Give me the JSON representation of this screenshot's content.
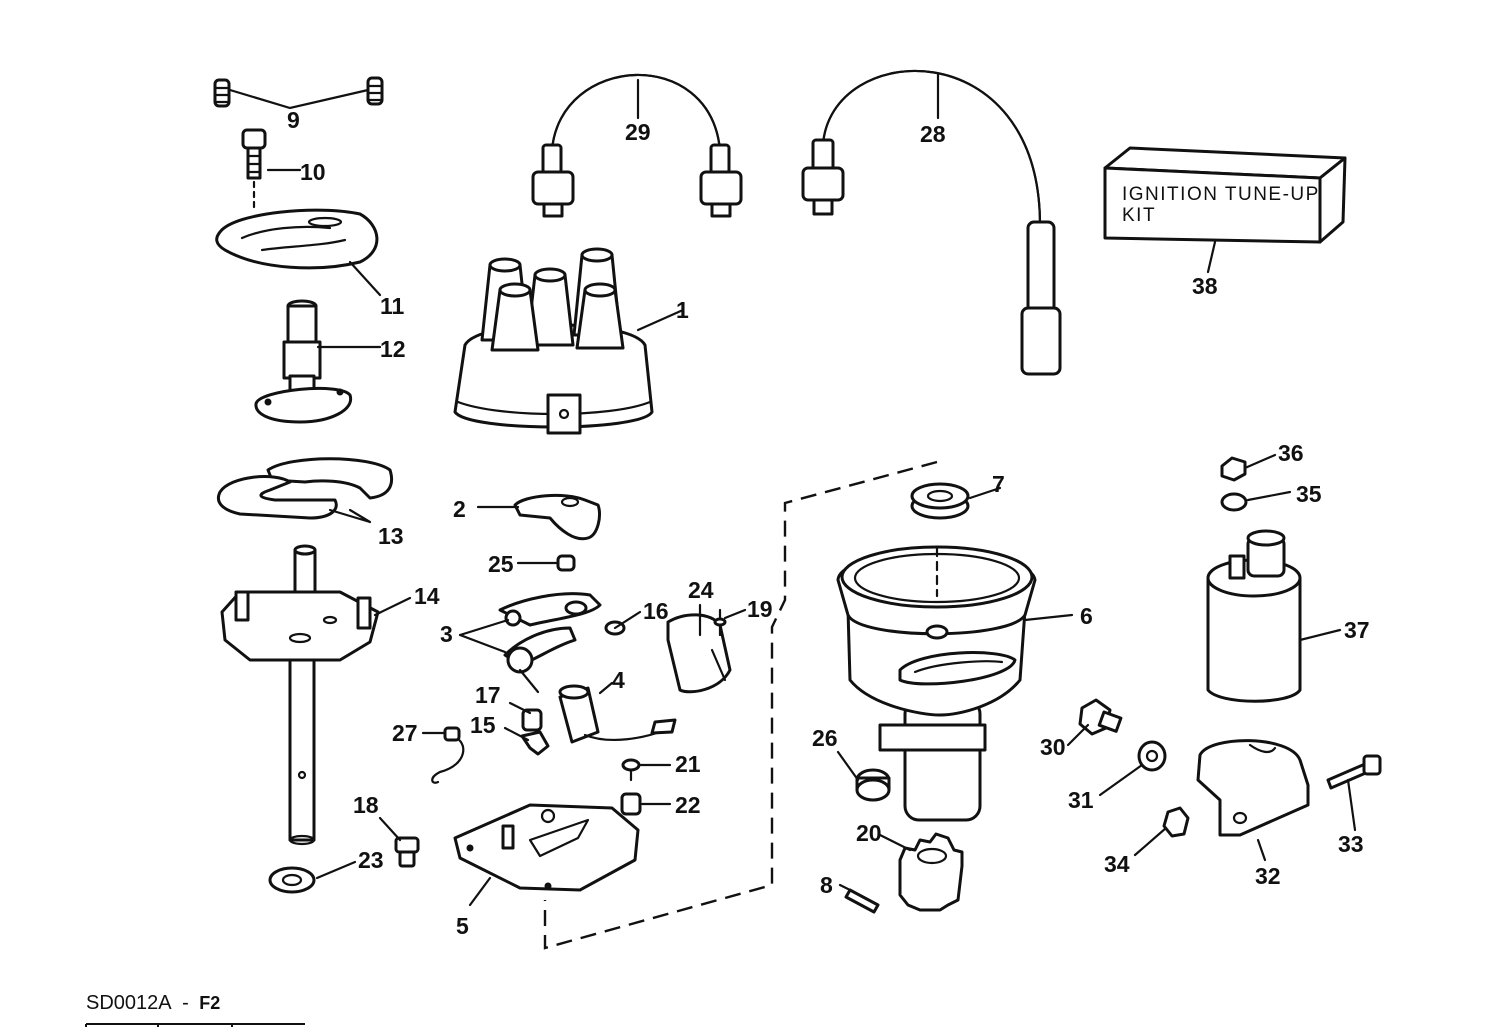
{
  "diagram": {
    "kit_label_line1": "IGNITION TUNE-UP",
    "kit_label_line2": "KIT",
    "footer_code": "SD0012A",
    "footer_separator": "-",
    "footer_figure": "F2",
    "callouts": [
      "1",
      "2",
      "3",
      "4",
      "5",
      "6",
      "7",
      "8",
      "9",
      "10",
      "11",
      "12",
      "13",
      "14",
      "15",
      "16",
      "17",
      "18",
      "19",
      "20",
      "21",
      "22",
      "23",
      "24",
      "25",
      "26",
      "27",
      "28",
      "29",
      "30",
      "31",
      "32",
      "33",
      "34",
      "35",
      "36",
      "37",
      "38"
    ]
  }
}
